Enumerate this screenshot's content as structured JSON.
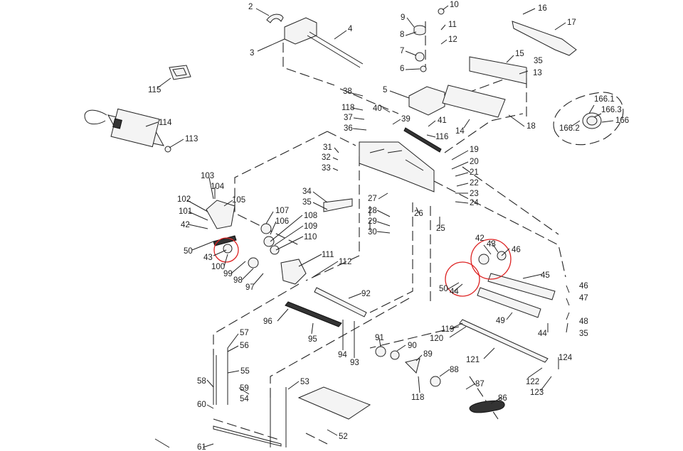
{
  "colors": {
    "ink": "#222222",
    "highlight": "#dd2222",
    "background": "#ffffff"
  },
  "labels": {
    "l2": "2",
    "l3": "3",
    "l4": "4",
    "l5": "5",
    "l6": "6",
    "l7": "7",
    "l8": "8",
    "l9": "9",
    "l10": "10",
    "l11": "11",
    "l12": "12",
    "l13": "13",
    "l14": "14",
    "l15": "15",
    "l16": "16",
    "l17": "17",
    "l18": "18",
    "l19": "19",
    "l20": "20",
    "l21": "21",
    "l22": "22",
    "l23": "23",
    "l24": "24",
    "l25": "25",
    "l26": "26",
    "l27": "27",
    "l28": "28",
    "l29": "29",
    "l30": "30",
    "l31": "31",
    "l32": "32",
    "l33": "33",
    "l34": "34",
    "l35a": "35",
    "l35b": "35",
    "l35c": "35",
    "l36": "36",
    "l37": "37",
    "l38": "38",
    "l39": "39",
    "l40": "40",
    "l41": "41",
    "l42a": "42",
    "l42b": "42",
    "l43a": "43",
    "l43b": "43",
    "l44a": "44",
    "l44b": "44",
    "l45": "45",
    "l46a": "46",
    "l46b": "46",
    "l47": "47",
    "l48": "48",
    "l49": "49",
    "l50a": "50",
    "l50b": "50",
    "l52": "52",
    "l53": "53",
    "l54": "54",
    "l55": "55",
    "l56": "56",
    "l57": "57",
    "l58": "58",
    "l59": "59",
    "l60": "60",
    "l61": "61",
    "l86": "86",
    "l87": "87",
    "l88": "88",
    "l89": "89",
    "l90": "90",
    "l91": "91",
    "l92": "92",
    "l93": "93",
    "l94": "94",
    "l95": "95",
    "l96": "96",
    "l97": "97",
    "l98": "98",
    "l99": "99",
    "l100": "100",
    "l101": "101",
    "l102": "102",
    "l103": "103",
    "l104": "104",
    "l105": "105",
    "l106": "106",
    "l107": "107",
    "l108": "108",
    "l109": "109",
    "l110": "110",
    "l111": "111",
    "l112": "112",
    "l113": "113",
    "l114": "114",
    "l115": "115",
    "l116": "116",
    "l118a": "118",
    "l118b": "118",
    "l119": "119",
    "l120": "120",
    "l121": "121",
    "l122": "122",
    "l123": "123",
    "l124": "124",
    "l166": "166",
    "l1661": "166.1",
    "l1662": "166.2",
    "l1663": "166.3"
  }
}
